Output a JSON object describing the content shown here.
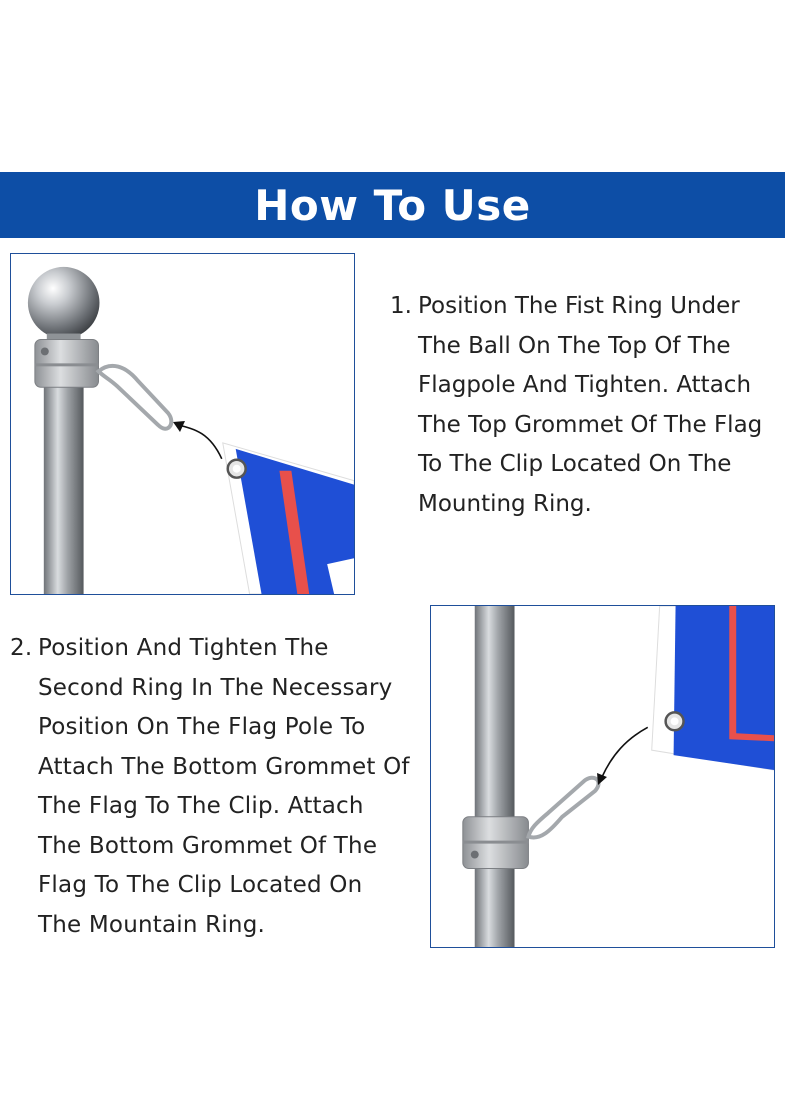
{
  "header": {
    "title": "How To Use"
  },
  "steps": [
    {
      "number": "1.",
      "text": "Position The Fist Ring Under The Ball On The Top Of The Flagpole And Tighten. Attach The Top Grommet Of The Flag To The Clip Located On The Mounting Ring."
    },
    {
      "number": "2.",
      "text": "Position And Tighten The Second Ring In The Necessary Position On The Flag Pole To Attach The Bottom Grommet Of The Flag To The Clip. Attach The Bottom Grommet Of The Flag To The Clip Located On The Mountain Ring."
    }
  ],
  "colors": {
    "banner": "#0d4ea6",
    "flag_blue": "#1f4fd6",
    "flag_red": "#e8504b",
    "panel_border": "#1f4f9a"
  },
  "images": {
    "panel1": "flagpole-top-ring-illustration",
    "panel2": "flagpole-bottom-ring-illustration"
  }
}
